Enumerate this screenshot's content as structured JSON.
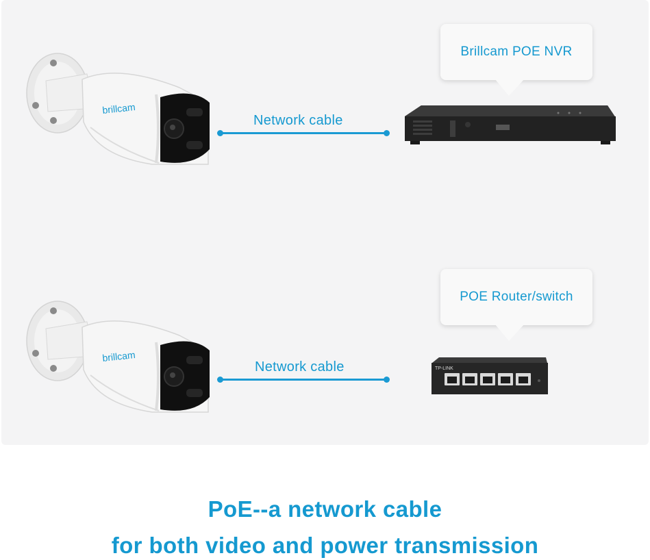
{
  "top_row": {
    "camera_brand": "brillcam",
    "cable_label": "Network cable",
    "device_label": "Brillcam POE NVR"
  },
  "bottom_row": {
    "camera_brand": "brillcam",
    "cable_label": "Network cable",
    "device_label": "POE Router/switch",
    "switch_brand": "TP-LINK"
  },
  "headline": {
    "line1": "PoE--a network cable",
    "line2": "for both video and power transmission"
  },
  "colors": {
    "accent": "#1599d0",
    "panel_bg": "#f4f4f5",
    "camera_white": "#f5f5f5",
    "device_dark": "#232323"
  }
}
